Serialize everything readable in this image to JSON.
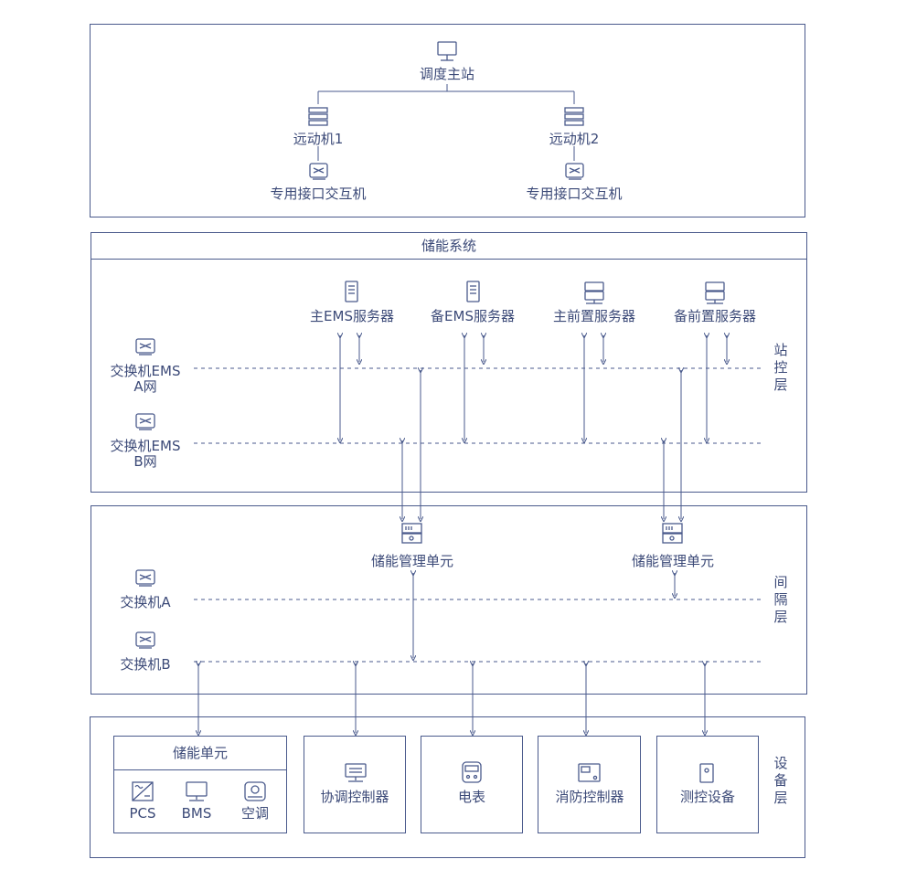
{
  "dispatch": {
    "master": "调度主站",
    "rtu1": "远动机1",
    "rtu2": "远动机2",
    "switch1": "专用接口交互机",
    "switch2": "专用接口交互机"
  },
  "storage": {
    "title": "储能系统",
    "servers": [
      "主EMS服务器",
      "备EMS服务器",
      "主前置服务器",
      "备前置服务器"
    ],
    "switch_a": [
      "交换机EMS",
      "A网"
    ],
    "switch_b": [
      "交换机EMS",
      "B网"
    ],
    "layer": "站控层"
  },
  "bay": {
    "units": [
      "储能管理单元",
      "储能管理单元"
    ],
    "switch_a": "交换机A",
    "switch_b": "交换机B",
    "layer": "间隔层"
  },
  "device": {
    "unit_title": "储能单元",
    "unit_items": [
      "PCS",
      "BMS",
      "空调"
    ],
    "devices": [
      "协调控制器",
      "电表",
      "消防控制器",
      "测控设备"
    ],
    "layer": "设备层"
  },
  "colors": {
    "stroke": "#4a5a8c",
    "text": "#3c4a78"
  }
}
